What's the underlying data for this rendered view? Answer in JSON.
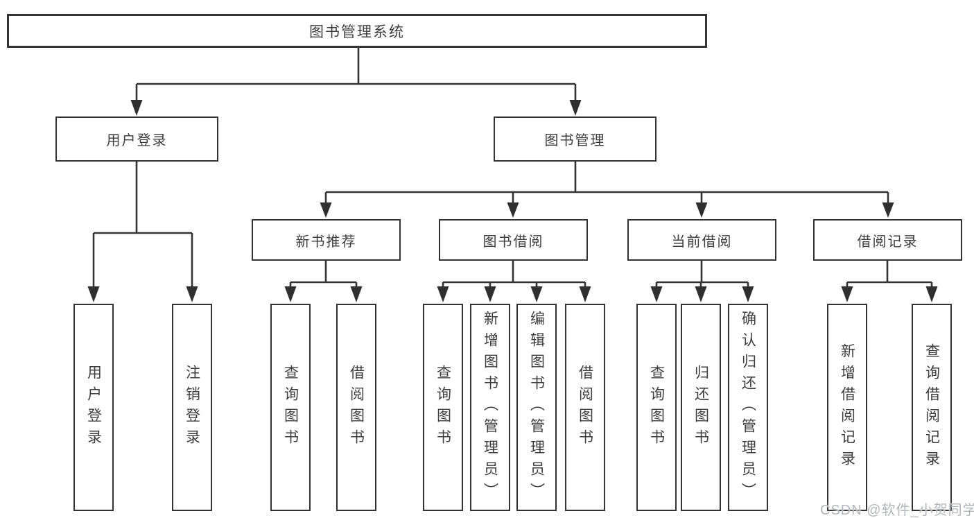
{
  "colors": {
    "line": "#333333",
    "box_border": "#333333",
    "box_fill": "#ffffff",
    "text": "#3d3d3d",
    "watermark": "#b3b6bb",
    "background": "#ffffff"
  },
  "diagram": {
    "root": {
      "label": "图书管理系统"
    },
    "branches": [
      {
        "label": "用户登录",
        "children": [
          {
            "label": "用户登录"
          },
          {
            "label": "注销登录"
          }
        ]
      },
      {
        "label": "图书管理",
        "children": [
          {
            "label": "新书推荐",
            "children": [
              {
                "label": "查询图书"
              },
              {
                "label": "借阅图书"
              }
            ]
          },
          {
            "label": "图书借阅",
            "children": [
              {
                "label": "查询图书"
              },
              {
                "label": "新增图书（管理员）"
              },
              {
                "label": "编辑图书（管理员）"
              },
              {
                "label": "借阅图书"
              }
            ]
          },
          {
            "label": "当前借阅",
            "children": [
              {
                "label": "查询图书"
              },
              {
                "label": "归还图书"
              },
              {
                "label": "确认归还（管理员）"
              }
            ]
          },
          {
            "label": "借阅记录",
            "children": [
              {
                "label": "新增借阅记录"
              },
              {
                "label": "查询借阅记录"
              }
            ]
          }
        ]
      }
    ]
  },
  "watermark": {
    "text": "CSDN @软件_小贺同学"
  }
}
